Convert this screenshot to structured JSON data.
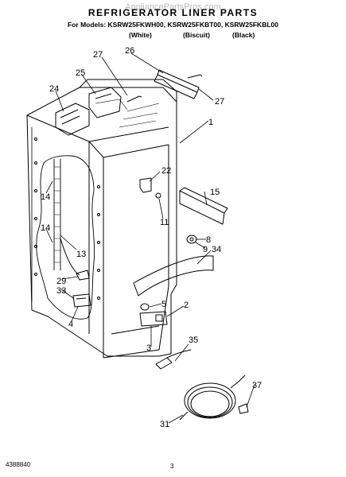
{
  "watermark": "AppliancePartsPros.com",
  "header": {
    "title": "REFRIGERATOR LINER PARTS",
    "models_line": "For Models: KSRW25FKWH00, KSRW25FKBT00, KSRW25FKBL00",
    "finishes": [
      "(White)",
      "(Biscuit)",
      "(Black)"
    ]
  },
  "callouts": [
    "27",
    "26",
    "25",
    "24",
    "27",
    "1",
    "22",
    "15",
    "14",
    "11",
    "14",
    "8",
    "9",
    "34",
    "13",
    "29",
    "33",
    "5",
    "2",
    "4",
    "3",
    "35",
    "37",
    "31"
  ],
  "footer": {
    "doc_number": "4388840",
    "page_number": "3"
  }
}
